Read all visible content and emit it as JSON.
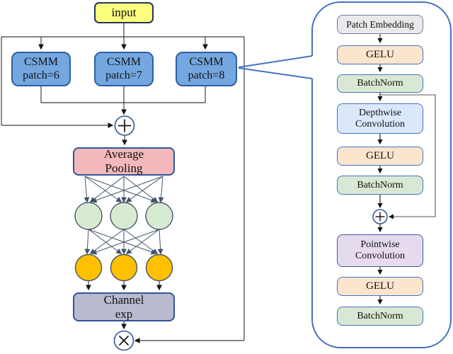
{
  "diagram": {
    "input_label": "input",
    "branches": [
      {
        "line1": "CSMM",
        "line2": "patch=6"
      },
      {
        "line1": "CSMM",
        "line2": "patch=7"
      },
      {
        "line1": "CSMM",
        "line2": "patch=8"
      }
    ],
    "average_pooling": {
      "line1": "Average",
      "line2": "Pooling"
    },
    "channel_exp": {
      "line1": "Channel",
      "line2": "exp"
    },
    "operators": {
      "add": "+",
      "multiply": "×"
    }
  },
  "panel": {
    "patch_embedding": "Patch Embedding",
    "gelu": "GELU",
    "batchnorm": "BatchNorm",
    "depthwise": {
      "line1": "Depthwise",
      "line2": "Convolution"
    },
    "pointwise": {
      "line1": "Pointwise",
      "line2": "Convolution"
    }
  },
  "colors": {
    "input_fill": "#fdfd7e",
    "csmm_fill": "#74a7e0",
    "csmm_border": "#2e5fa3",
    "pooling_fill": "#f2b8bb",
    "hidden_neuron_fill": "#d9ead3",
    "output_neuron_fill": "#ffc000",
    "neuron_border": "#44546a",
    "channel_exp_fill": "#b9bad0",
    "operator_circle_border": "#2f5597",
    "panel_border": "#4472c4",
    "patch_embedding_fill": "#e9e9eb",
    "gelu_fill": "#fbe5cd",
    "batchnorm_fill": "#d9e8d4",
    "depthwise_fill": "#dbe8fb",
    "pointwise_fill": "#e6dbee",
    "wire_color": "#3f3f3f"
  }
}
